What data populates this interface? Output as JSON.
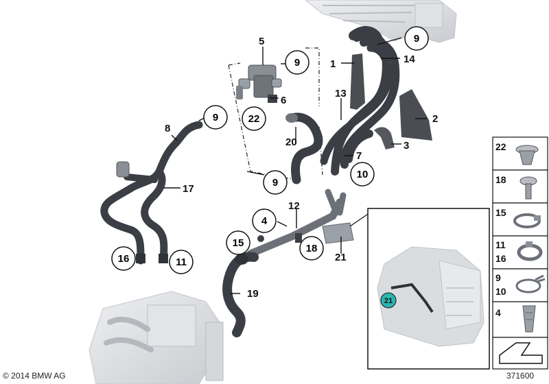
{
  "diagram": {
    "copyright": "© 2014 BMW AG",
    "diagram_number": "371600",
    "callouts": {
      "c1": "1",
      "c2": "2",
      "c3": "3",
      "c4": "4",
      "c5": "5",
      "c6": "6",
      "c7": "7",
      "c8": "8",
      "c9a": "9",
      "c9b": "9",
      "c9c": "9",
      "c9d": "9",
      "c10": "10",
      "c11": "11",
      "c12": "12",
      "c13": "13",
      "c14": "14",
      "c15": "15",
      "c16": "16",
      "c17": "17",
      "c18": "18",
      "c19": "19",
      "c20": "20",
      "c21": "21",
      "c22": "22",
      "c21_detail": "21"
    },
    "legend": {
      "row1": "22",
      "row2": "18",
      "row3": "15",
      "row4a": "11",
      "row4b": "16",
      "row5a": "9",
      "row5b": "10",
      "row6": "4"
    },
    "colors": {
      "hose": "#3b3f45",
      "hose_highlight": "#7a8088",
      "bracket": "#4a4d52",
      "engine_ghost": "#d8dadd",
      "detail_highlight": "#2bb6b0"
    }
  }
}
